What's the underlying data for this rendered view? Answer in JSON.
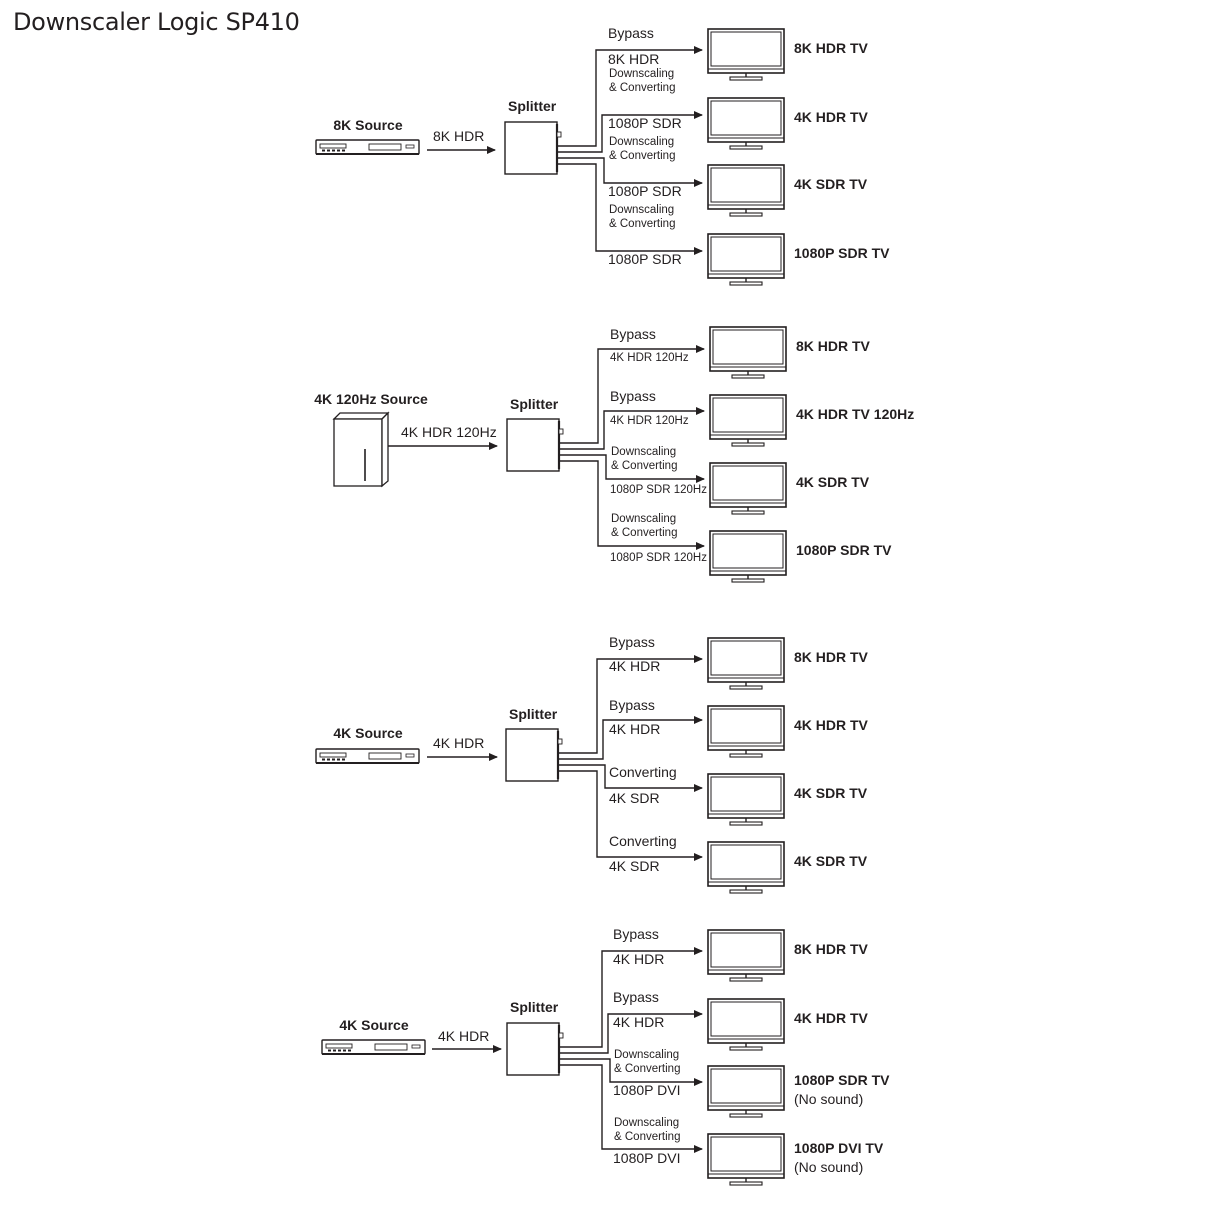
{
  "title": "Downscaler Logic SP410",
  "sections": [
    {
      "source": {
        "label": "8K Source",
        "device": "player-device",
        "signal": "8K HDR"
      },
      "splitter_label": "Splitter",
      "outputs": [
        {
          "mode": [
            "Bypass"
          ],
          "signal": "8K HDR",
          "tv": [
            "8K HDR TV"
          ]
        },
        {
          "mode": [
            "Downscaling",
            "& Converting"
          ],
          "signal": "1080P SDR",
          "tv": [
            "4K HDR TV"
          ]
        },
        {
          "mode": [
            "Downscaling",
            "& Converting"
          ],
          "signal": "1080P SDR",
          "tv": [
            "4K SDR TV"
          ]
        },
        {
          "mode": [
            "Downscaling",
            "& Converting"
          ],
          "signal": "1080P SDR",
          "tv": [
            "1080P SDR TV"
          ]
        }
      ]
    },
    {
      "source": {
        "label": "4K 120Hz Source",
        "device": "console-device",
        "signal": "4K HDR 120Hz"
      },
      "splitter_label": "Splitter",
      "outputs": [
        {
          "mode": [
            "Bypass"
          ],
          "signal": "4K HDR 120Hz",
          "tv": [
            "8K HDR TV"
          ]
        },
        {
          "mode": [
            "Bypass"
          ],
          "signal": "4K HDR 120Hz",
          "tv": [
            "4K HDR TV 120Hz"
          ]
        },
        {
          "mode": [
            "Downscaling",
            "& Converting"
          ],
          "signal": "1080P SDR 120Hz",
          "tv": [
            "4K SDR TV"
          ]
        },
        {
          "mode": [
            "Downscaling",
            "& Converting"
          ],
          "signal": "1080P SDR 120Hz",
          "tv": [
            "1080P SDR TV"
          ]
        }
      ]
    },
    {
      "source": {
        "label": "4K Source",
        "device": "player-device",
        "signal": "4K HDR"
      },
      "splitter_label": "Splitter",
      "outputs": [
        {
          "mode": [
            "Bypass"
          ],
          "signal": "4K HDR",
          "tv": [
            "8K HDR TV"
          ]
        },
        {
          "mode": [
            "Bypass"
          ],
          "signal": "4K HDR",
          "tv": [
            "4K HDR TV"
          ]
        },
        {
          "mode": [
            "Converting"
          ],
          "signal": "4K SDR",
          "tv": [
            "4K SDR TV"
          ]
        },
        {
          "mode": [
            "Converting"
          ],
          "signal": "4K SDR",
          "tv": [
            "4K SDR TV"
          ]
        }
      ]
    },
    {
      "source": {
        "label": "4K Source",
        "device": "player-device",
        "signal": "4K HDR"
      },
      "splitter_label": "Splitter",
      "outputs": [
        {
          "mode": [
            "Bypass"
          ],
          "signal": "4K HDR",
          "tv": [
            "8K HDR TV"
          ]
        },
        {
          "mode": [
            "Bypass"
          ],
          "signal": "4K HDR",
          "tv": [
            "4K HDR TV"
          ]
        },
        {
          "mode": [
            "Downscaling",
            "& Converting"
          ],
          "signal": "1080P DVI",
          "tv": [
            "1080P SDR TV",
            "(No sound)"
          ]
        },
        {
          "mode": [
            "Downscaling",
            "& Converting"
          ],
          "signal": "1080P DVI",
          "tv": [
            "1080P DVI TV",
            "(No sound)"
          ]
        }
      ]
    }
  ]
}
